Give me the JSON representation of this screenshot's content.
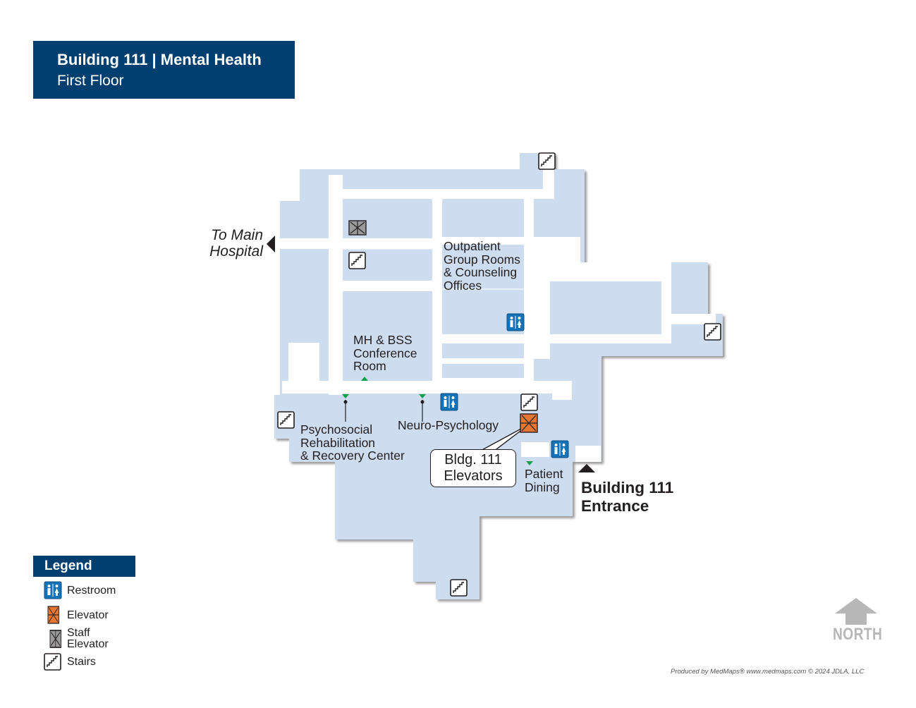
{
  "header": {
    "title": "Building 111 | Mental Health",
    "subtitle": "First Floor"
  },
  "colors": {
    "header_bg": "#003f6f",
    "floor": "#cddcee",
    "corridor": "#ffffff",
    "restroom": "#1273b9",
    "elevator": "#e57732",
    "staff_elevator": "#8c8c8c",
    "destination_marker": "#13a04a"
  },
  "labels": {
    "to_main_hospital": [
      "To Main",
      "Hospital"
    ],
    "outpatient": [
      "Outpatient",
      "Group Rooms",
      "& Counseling",
      "Offices"
    ],
    "conference": [
      "MH & BSS",
      "Conference",
      "Room"
    ],
    "psychosocial": [
      "Psychosocial",
      "Rehabilitation",
      "& Recovery Center"
    ],
    "neuro": "Neuro-Psychology",
    "patient_dining": [
      "Patient",
      "Dining"
    ],
    "entrance": [
      "Building 111",
      "Entrance"
    ],
    "elevators_callout": [
      "Bldg. 111",
      "Elevators"
    ]
  },
  "legend": {
    "title": "Legend",
    "items": [
      {
        "icon": "restroom-icon",
        "label": "Restroom"
      },
      {
        "icon": "elevator-icon",
        "label": "Elevator"
      },
      {
        "icon": "staff-elevator-icon",
        "label": [
          "Staff",
          "Elevator"
        ]
      },
      {
        "icon": "stairs-icon",
        "label": "Stairs"
      }
    ]
  },
  "north": "NORTH",
  "credit": "Produced by MedMaps®  www.medmaps.com   © 2024 JDLA, LLC"
}
